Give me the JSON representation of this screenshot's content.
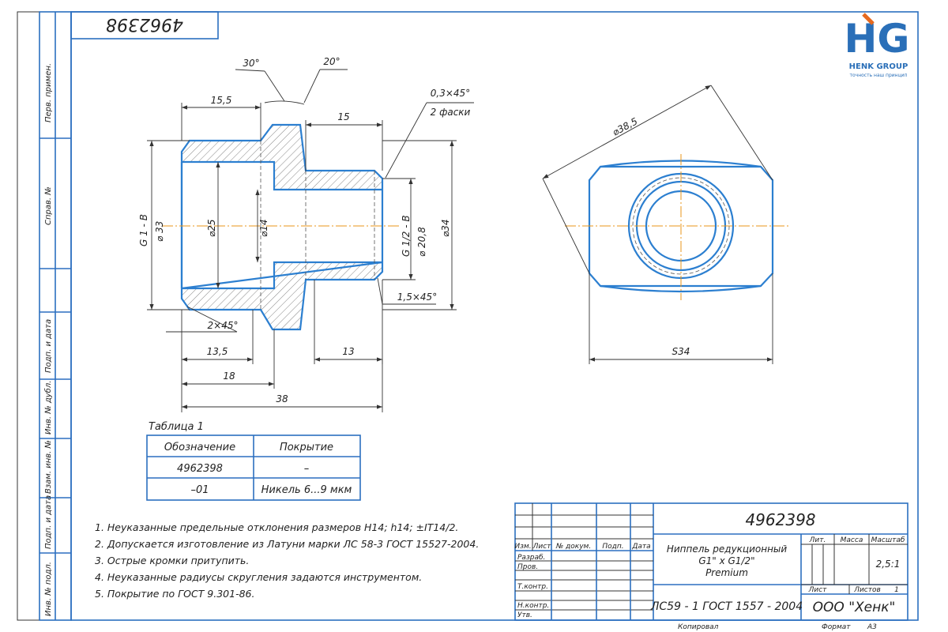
{
  "drawing_number": "4962398",
  "logo": {
    "letters": "HG",
    "company": "HENK GROUP",
    "tagline": "точность наш принцип"
  },
  "side_labels": [
    "Перв. примен.",
    "Справ. №",
    "Подп. и дата",
    "Инв. № дубл.",
    "Взам. инв. №",
    "Подп. и дата",
    "Инв. № подл."
  ],
  "dimensions": {
    "angle1": "30°",
    "angle2": "20°",
    "d15_5": "15,5",
    "d15": "15",
    "chamfer_note1": "0,3×45°",
    "chamfer_note2": "2 фаски",
    "thread_left": "G 1 - B",
    "dia33": "⌀ 33",
    "dia25": "⌀25",
    "dia14": "⌀14",
    "thread_right": "G 1/2 - B",
    "dia20_8": "⌀ 20,8",
    "dia34": "⌀34",
    "chamfer_right": "1,5×45°",
    "chamfer_left": "2×45°",
    "d13_5": "13,5",
    "d13": "13",
    "d18": "18",
    "d38": "38",
    "dia38_5": "⌀38,5",
    "s34": "S34"
  },
  "table": {
    "caption": "Таблица 1",
    "headers": [
      "Обозначение",
      "Покрытие"
    ],
    "rows": [
      [
        "4962398",
        "–"
      ],
      [
        "–01",
        "Никель 6...9 мкм"
      ]
    ]
  },
  "notes": [
    "1. Неуказанные предельные отклонения размеров H14; h14; ±IT14/2.",
    "2. Допускается изготовление из Латуни марки ЛС 58-3 ГОСТ 15527-2004.",
    "3. Острые кромки притупить.",
    "4. Неуказанные радиусы скругления задаются инструментом.",
    "5. Покрытие по ГОСТ 9.301-86."
  ],
  "title_block": {
    "designation": "4962398",
    "name_line1": "Ниппель редукционный",
    "name_line2": "G1\" x G1/2\"",
    "name_line3": "Premium",
    "material": "ЛС59 - 1 ГОСТ 1557 - 2004",
    "company": "ООО \"Хенк\"",
    "lit": "Лит.",
    "mass": "Масса",
    "scale": "Масштаб",
    "scale_value": "2,5:1",
    "sheet": "Лист",
    "sheets": "Листов",
    "sheets_value": "1",
    "col_headers": [
      "Изм.",
      "Лист",
      "№ докум.",
      "Подп.",
      "Дата"
    ],
    "roles": [
      "Разраб.",
      "Пров.",
      "Т.контр.",
      "Н.контр.",
      "Утв."
    ],
    "copied": "Копировал",
    "format": "Формат",
    "format_value": "А3"
  }
}
